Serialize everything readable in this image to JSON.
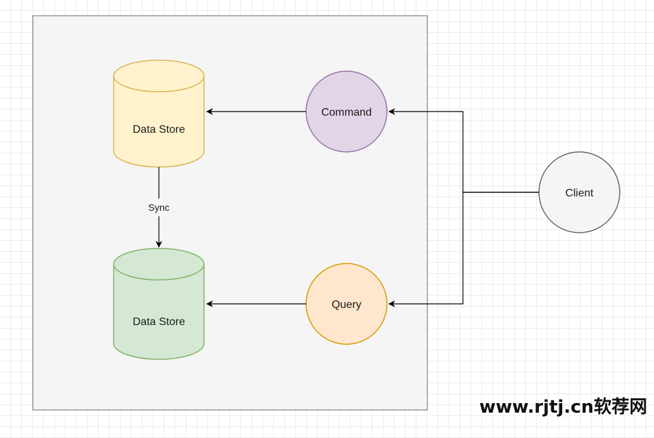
{
  "nodes": {
    "data_store_primary": {
      "label": "Data Store",
      "fill": "#fff2cc",
      "stroke": "#d6b656"
    },
    "data_store_replica": {
      "label": "Data Store",
      "fill": "#d5e8d4",
      "stroke": "#82b366"
    },
    "command": {
      "label": "Command",
      "fill": "#e1d5e7",
      "stroke": "#9673a6"
    },
    "query": {
      "label": "Query",
      "fill": "#ffe6cc",
      "stroke": "#d79b00"
    },
    "client": {
      "label": "Client",
      "fill": "#f5f5f5",
      "stroke": "#666666"
    }
  },
  "edges": {
    "sync_label": "Sync"
  },
  "container": {
    "fill": "#f5f5f5",
    "stroke": "#666666"
  },
  "watermark": "www.rjtj.cn软荐网"
}
